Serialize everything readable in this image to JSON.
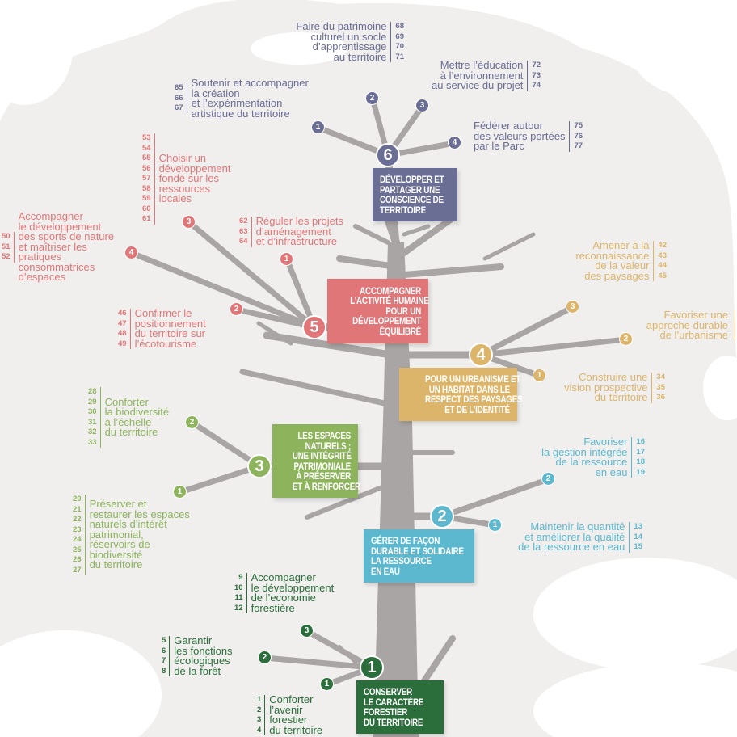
{
  "colors": {
    "background": "#f0efee",
    "trunk": "#a9a5a4"
  },
  "themes": [
    {
      "number": "1",
      "color": "#2b6e3b",
      "title": [
        "Conserver",
        "le caractère",
        "forestier",
        "du territoire"
      ],
      "branches": [
        {
          "number": "1",
          "lines": [
            "Conforter",
            "l’avenir",
            "forestier",
            "du territoire"
          ],
          "refs": [
            "1",
            "2",
            "3",
            "4"
          ]
        },
        {
          "number": "2",
          "lines": [
            "Garantir",
            "les fonctions",
            "écologiques",
            "de la forêt"
          ],
          "refs": [
            "5",
            "6",
            "7",
            "8"
          ]
        },
        {
          "number": "3",
          "lines": [
            "Accompagner",
            "le développement",
            "de l’economie",
            "forestière"
          ],
          "refs": [
            "9",
            "10",
            "11",
            "12"
          ]
        }
      ]
    },
    {
      "number": "2",
      "color": "#5cb8cf",
      "title": [
        "Gérer de façon",
        "durable et solidaire",
        "la ressource",
        "en eau"
      ],
      "branches": [
        {
          "number": "1",
          "lines": [
            "Maintenir la quantité",
            "et améliorer la qualité",
            "de la ressource en eau"
          ],
          "refs": [
            "13",
            "14",
            "15"
          ]
        },
        {
          "number": "2",
          "lines": [
            "Favoriser",
            "la gestion intégrée",
            "de la ressource",
            "en eau"
          ],
          "refs": [
            "16",
            "17",
            "18",
            "19"
          ]
        }
      ]
    },
    {
      "number": "3",
      "color": "#8db45c",
      "title": [
        "Les espaces",
        "naturels ;",
        "une intégrité",
        "patrimoniale",
        "à préserver",
        "et à renforcer"
      ],
      "branches": [
        {
          "number": "1",
          "lines": [
            "Préserver et",
            "restaurer les espaces",
            "naturels d’intérêt",
            "patrimonial,",
            "réservoirs de",
            "biodiversité",
            "du territoire"
          ],
          "refs": [
            "20",
            "21",
            "22",
            "23",
            "24",
            "25",
            "26",
            "27"
          ]
        },
        {
          "number": "2",
          "lines": [
            "Conforter",
            "la biodiversité",
            "à l’échelle",
            "du territoire"
          ],
          "refs": [
            "28",
            "29",
            "30",
            "31",
            "32",
            "33"
          ]
        }
      ]
    },
    {
      "number": "4",
      "color": "#ddb56a",
      "title": [
        "Pour un urbanisme et",
        "un habitat dans le",
        "respect des paysages",
        "et de l’identité"
      ],
      "branches": [
        {
          "number": "1",
          "lines": [
            "Construire une",
            "vision prospective",
            "du territoire"
          ],
          "refs": [
            "34",
            "35",
            "36"
          ]
        },
        {
          "number": "2",
          "lines": [
            "Favoriser une",
            "approche durable",
            "de l’urbanisme"
          ],
          "refs": []
        },
        {
          "number": "3",
          "lines": [
            "Amener à la",
            "reconnaissance",
            "de la valeur",
            "des paysages"
          ],
          "refs": [
            "42",
            "43",
            "44",
            "45"
          ]
        }
      ]
    },
    {
      "number": "5",
      "color": "#e07678",
      "title": [
        "Accompagner",
        "l’activité humaine",
        "pour un",
        "développement",
        "équilibré"
      ],
      "branches": [
        {
          "number": "1",
          "lines": [
            "Réguler les projets",
            "d’aménagement",
            "et d’infrastructure"
          ],
          "refs": [
            "62",
            "63",
            "64"
          ]
        },
        {
          "number": "2",
          "lines": [
            "Confirmer le",
            "positionnement",
            "du territoire sur",
            "l’écotourisme"
          ],
          "refs": [
            "46",
            "47",
            "48",
            "49"
          ]
        },
        {
          "number": "3",
          "lines": [
            "Choisir un",
            "développement",
            "fondé sur les",
            "ressources",
            "locales"
          ],
          "refs": [
            "53",
            "54",
            "55",
            "56",
            "57",
            "58",
            "59",
            "60",
            "61"
          ]
        },
        {
          "number": "4",
          "lines": [
            "Accompagner",
            "le développement",
            "des sports de nature",
            "et maîtriser les",
            "pratiques",
            "consommatrices",
            "d’espaces"
          ],
          "refs": [
            "50",
            "51",
            "52"
          ]
        }
      ]
    },
    {
      "number": "6",
      "color": "#6a6d94",
      "title": [
        "Développer et",
        "partager une",
        "conscience de",
        "territoire"
      ],
      "branches": [
        {
          "number": "1",
          "lines": [
            "Soutenir et accompagner",
            "la création",
            "et l’expérimentation",
            "artistique du territoire"
          ],
          "refs": [
            "65",
            "66",
            "67"
          ]
        },
        {
          "number": "2",
          "lines": [
            "Faire du patrimoine",
            "culturel un socle",
            "d’apprentissage",
            "au territoire"
          ],
          "refs": [
            "68",
            "69",
            "70",
            "71"
          ]
        },
        {
          "number": "3",
          "lines": [
            "Mettre l’éducation",
            "à l’environnement",
            "au service du projet"
          ],
          "refs": [
            "72",
            "73",
            "74"
          ]
        },
        {
          "number": "4",
          "lines": [
            "Fédérer autour",
            "des valeurs portées",
            "par le Parc"
          ],
          "refs": [
            "75",
            "76",
            "77"
          ]
        }
      ]
    }
  ]
}
